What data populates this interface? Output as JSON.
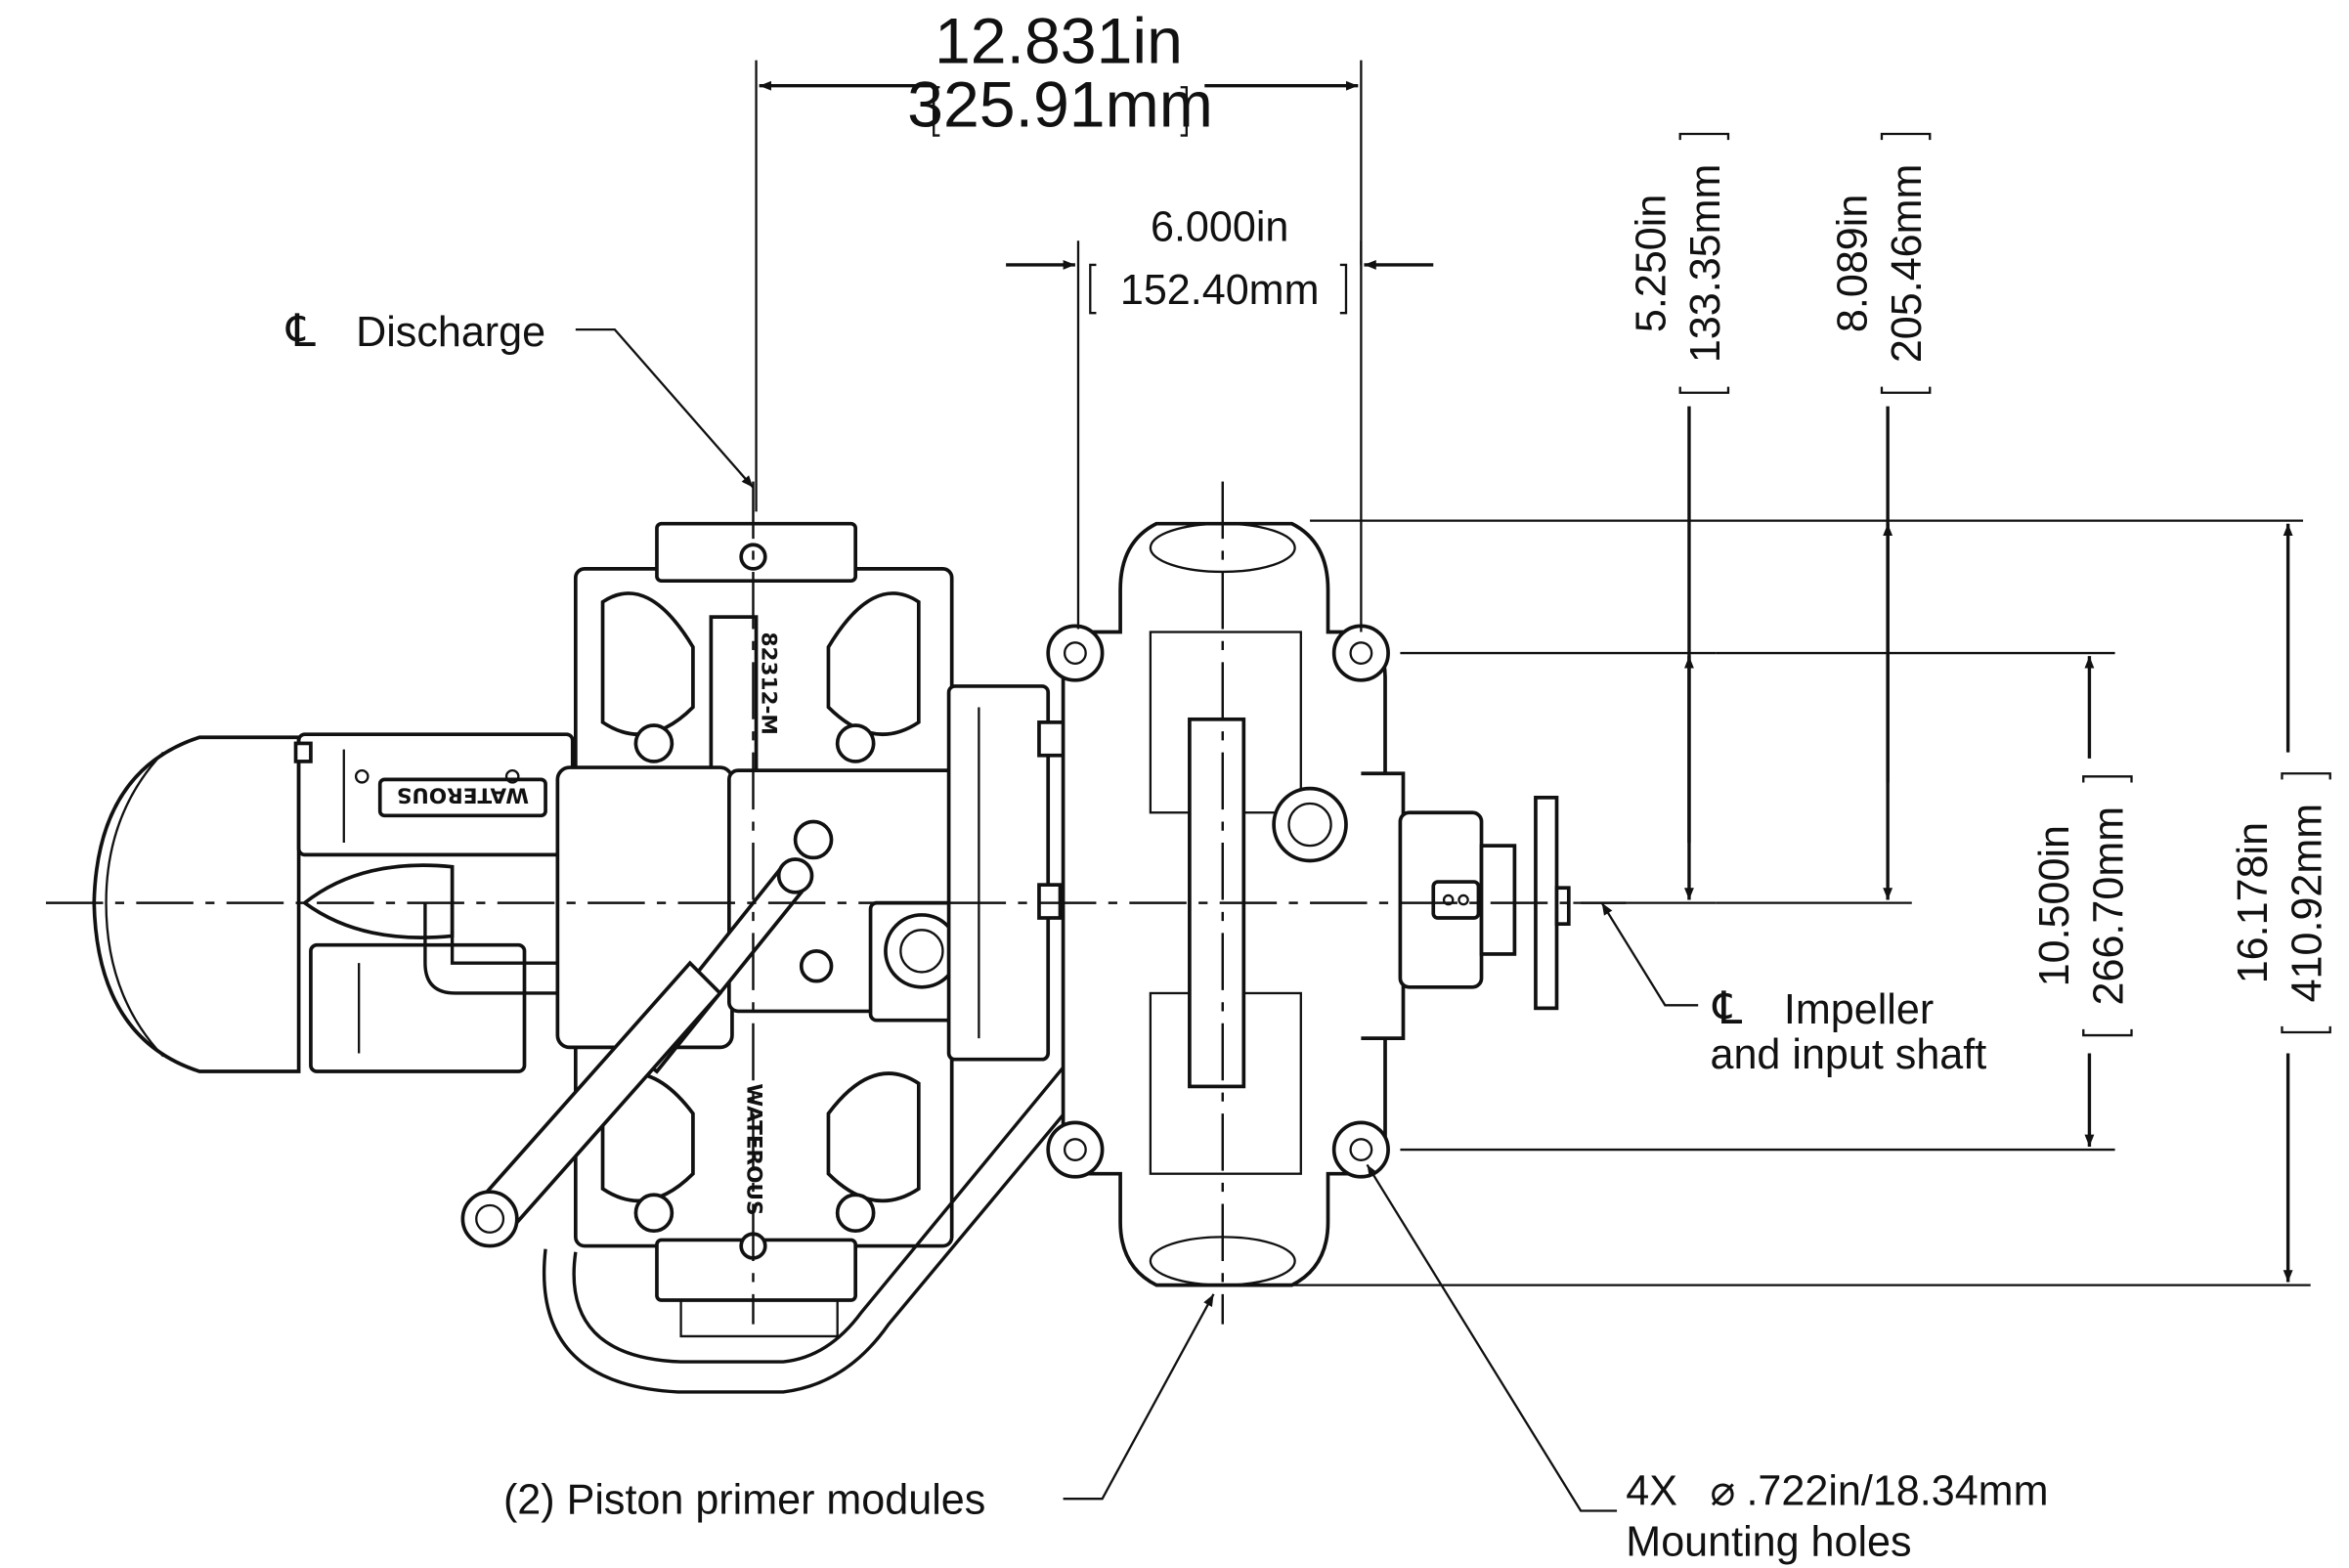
{
  "dimensions": {
    "overall_width": {
      "inches": "12.831in",
      "millimeters": "325.91mm"
    },
    "hole_spacing_horizontal": {
      "inches": "6.000in",
      "millimeters": "152.40mm"
    },
    "mount_to_center": {
      "inches": "5.250in",
      "millimeters": "133.35mm"
    },
    "top_to_center": {
      "inches": "8.089in",
      "millimeters": "205.46mm"
    },
    "hole_spacing_vertical": {
      "inches": "10.500in",
      "millimeters": "266.70mm"
    },
    "overall_height": {
      "inches": "16.178in",
      "millimeters": "410.92mm"
    }
  },
  "callouts": {
    "discharge": {
      "symbol": "℄",
      "text": "Discharge"
    },
    "impeller": {
      "symbol": "℄",
      "line1": "Impeller",
      "line2": "and input shaft"
    },
    "primer": {
      "text": "(2) Piston primer modules"
    },
    "holes": {
      "count": "4X",
      "diameter_symbol": "⌀",
      "size": ".722in/18.34mm",
      "label": "Mounting holes"
    }
  },
  "part_markings": {
    "brand": "WATEROUS",
    "part_number": "82312-M"
  }
}
